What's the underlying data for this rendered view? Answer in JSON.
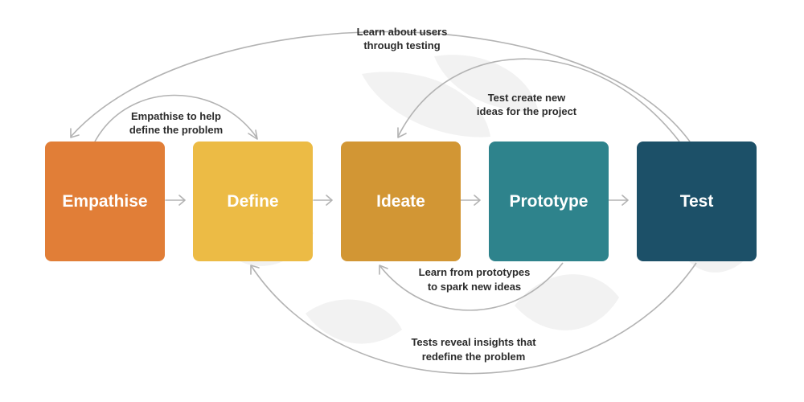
{
  "stages": [
    {
      "label": "Empathise",
      "color": "#e17e37"
    },
    {
      "label": "Define",
      "color": "#ecbb45"
    },
    {
      "label": "Ideate",
      "color": "#d29634"
    },
    {
      "label": "Prototype",
      "color": "#2e838c"
    },
    {
      "label": "Test",
      "color": "#1c5068"
    }
  ],
  "notes": {
    "learn_users": [
      "Learn about users",
      "through testing"
    ],
    "empathise_help": [
      "Empathise to help",
      "define the problem"
    ],
    "test_create": [
      "Test create new",
      "ideas for the project"
    ],
    "learn_prototypes": [
      "Learn from prototypes",
      "to spark new ideas"
    ],
    "tests_reveal": [
      "Tests reveal insights that",
      "redefine the problem"
    ]
  },
  "connector_color": "#b3b3b3",
  "watermark_color": "#f2f2f2"
}
